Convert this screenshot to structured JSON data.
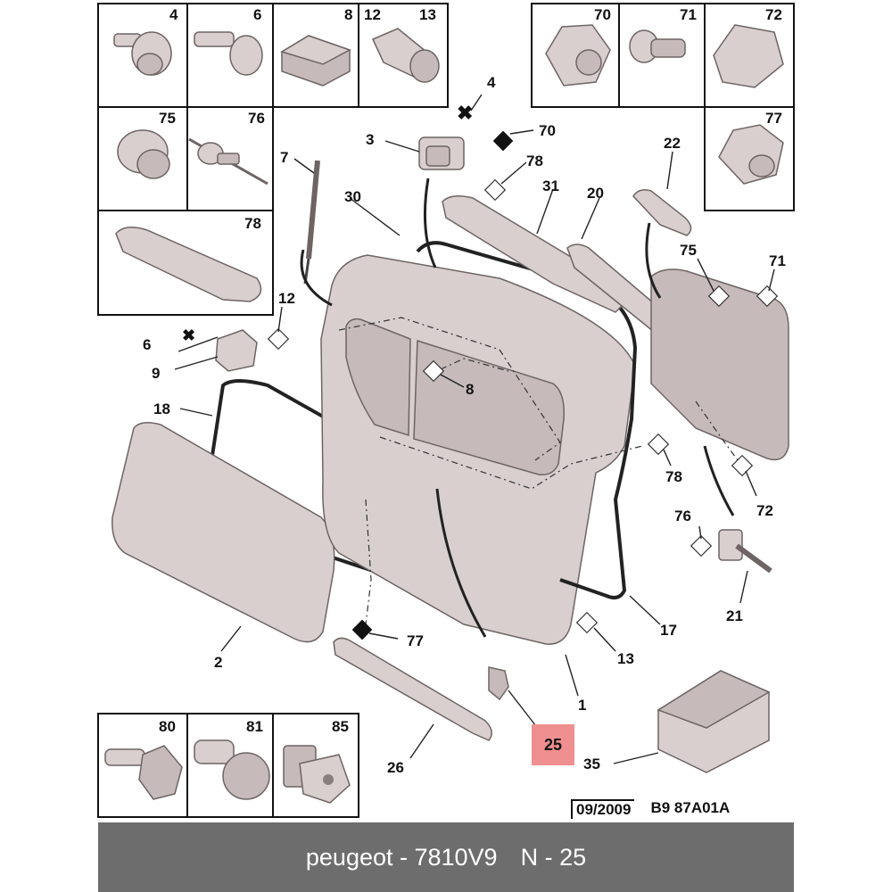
{
  "callouts": {
    "c1": "1",
    "c2": "2",
    "c3": "3",
    "c4": "4",
    "c6": "6",
    "c7": "7",
    "c8": "8",
    "c9": "9",
    "c12": "12",
    "c13": "13",
    "c17": "17",
    "c18": "18",
    "c20": "20",
    "c21": "21",
    "c22": "22",
    "c25": "25",
    "c26": "26",
    "c30": "30",
    "c31": "31",
    "c35": "35",
    "c70": "70",
    "c71": "71",
    "c72": "72",
    "c75": "75",
    "c76": "76",
    "c77": "77",
    "c78": "78"
  },
  "boxes": {
    "b4": "4",
    "b6": "6",
    "b8": "8",
    "b12": "12",
    "b13": "13",
    "b70": "70",
    "b71": "71",
    "b72": "72",
    "b75": "75",
    "b76": "76",
    "b77": "77",
    "b78": "78",
    "b80": "80",
    "b81": "81",
    "b85": "85"
  },
  "reference": {
    "date": "09/2009",
    "code": "B9 87A01A"
  },
  "caption": {
    "part": "peugeot - 7810V9",
    "position": "N - 25"
  },
  "colors": {
    "highlight": "#ef8f8f",
    "caption_bar": "#6d6d6d",
    "part_fill": "#d9cfcf"
  }
}
